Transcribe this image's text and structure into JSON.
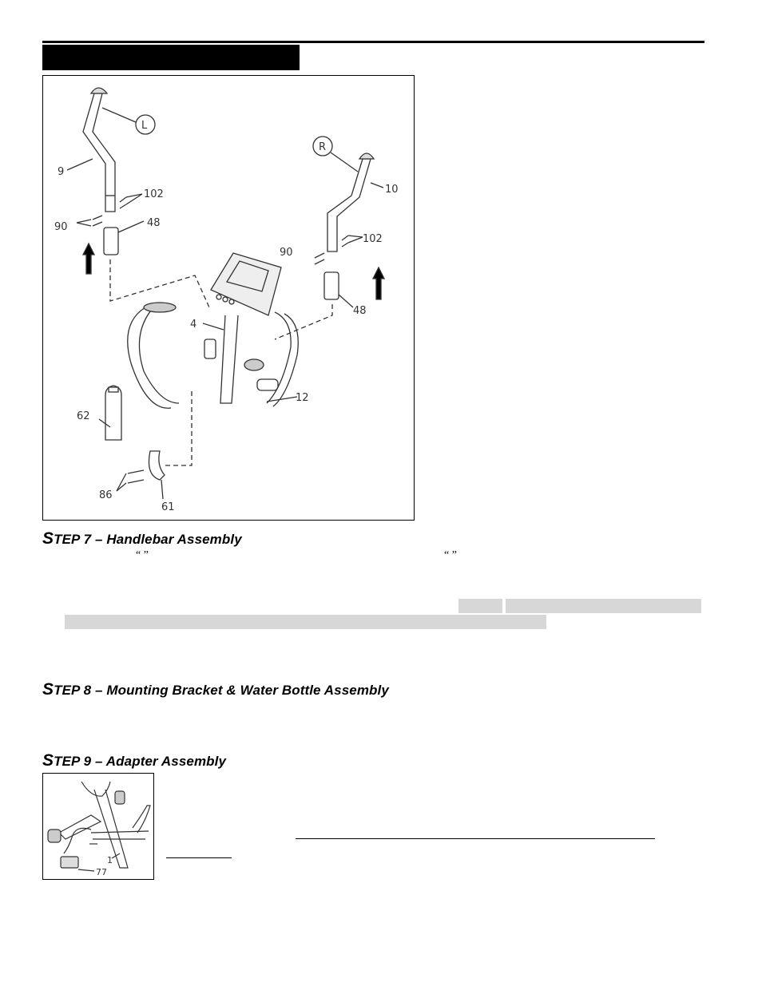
{
  "figure_main": {
    "labels": {
      "left_handle_marker": "L",
      "right_handle_marker": "R",
      "part_9": "9",
      "part_10": "10",
      "part_102_left": "102",
      "part_102_right": "102",
      "part_90_left": "90",
      "part_90_right": "90",
      "part_48_left": "48",
      "part_48_right": "48",
      "part_4": "4",
      "part_12": "12",
      "part_62": "62",
      "part_86": "86",
      "part_61": "61"
    }
  },
  "steps": [
    {
      "number_prefix": "S",
      "title_rest": "TEP 7 – Handlebar Assembly"
    },
    {
      "number_prefix": "S",
      "title_rest": "TEP 8 – Mounting Bracket & Water Bottle Assembly"
    },
    {
      "number_prefix": "S",
      "title_rest": "TEP 9 – Adapter Assembly"
    }
  ],
  "step7_quotes": [
    "“ ”",
    "“ ”"
  ],
  "figure_small": {
    "labels": {
      "part_1": "1",
      "part_77": "77"
    }
  }
}
